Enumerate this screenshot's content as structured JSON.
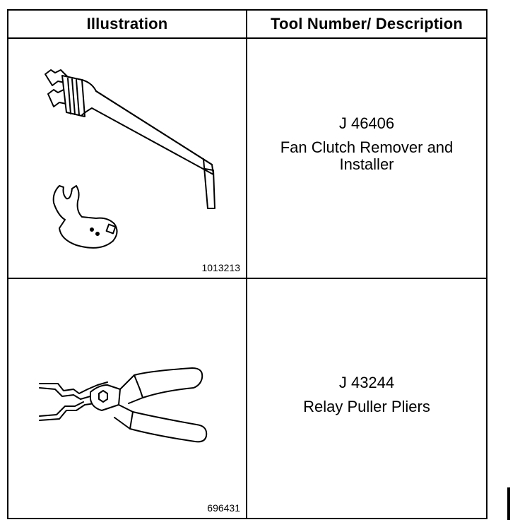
{
  "table": {
    "headers": {
      "illustration": "Illustration",
      "tool": "Tool Number/ Description"
    },
    "rows": [
      {
        "figure_id": "1013213",
        "tool_number": "J 46406",
        "description": "Fan Clutch Remover and Installer",
        "illustration_icon": "fan-clutch-wrench-icon"
      },
      {
        "figure_id": "696431",
        "tool_number": "J 43244",
        "description": "Relay Puller Pliers",
        "illustration_icon": "relay-puller-pliers-icon"
      }
    ]
  }
}
